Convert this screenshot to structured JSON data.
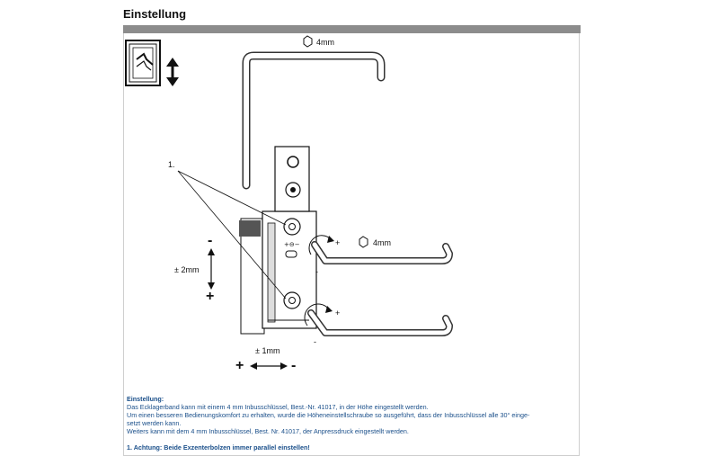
{
  "header": {
    "title": "Einstellung"
  },
  "figure": {
    "hex_key_top": "4mm",
    "hex_key_right": "4mm",
    "callout": "1.",
    "vertical_range": "± 2mm",
    "vertical_minus": "-",
    "vertical_plus": "+",
    "horizontal_range": "± 1mm",
    "horizontal_plus": "+",
    "horizontal_minus": "-",
    "rot_upper_plus": "+",
    "rot_upper_minus": "-",
    "rot_lower_plus": "+",
    "rot_lower_minus": "-",
    "icons": [
      "window-frame-icon",
      "vertical-arrow-icon",
      "hexagon-icon"
    ]
  },
  "notes": {
    "heading": "Einstellung:",
    "lines": [
      "Das Ecklagerband kann mit einem 4 mm Inbusschlüssel, Best.-Nr. 41017, in der Höhe eingestellt werden.",
      "Um einen besseren Bedienungskomfort zu erhalten, wurde die Höheneinstellschraube so ausgeführt, dass der Inbusschlüssel alle 30° einge-",
      "setzt werden kann.",
      "Weiters kann mit dem 4 mm Inbusschlüssel, Best. Nr. 41017, der Anpressdruck eingestellt werden."
    ],
    "warning": "1. Achtung: Beide Exzenterbolzen immer parallel einstellen!"
  }
}
